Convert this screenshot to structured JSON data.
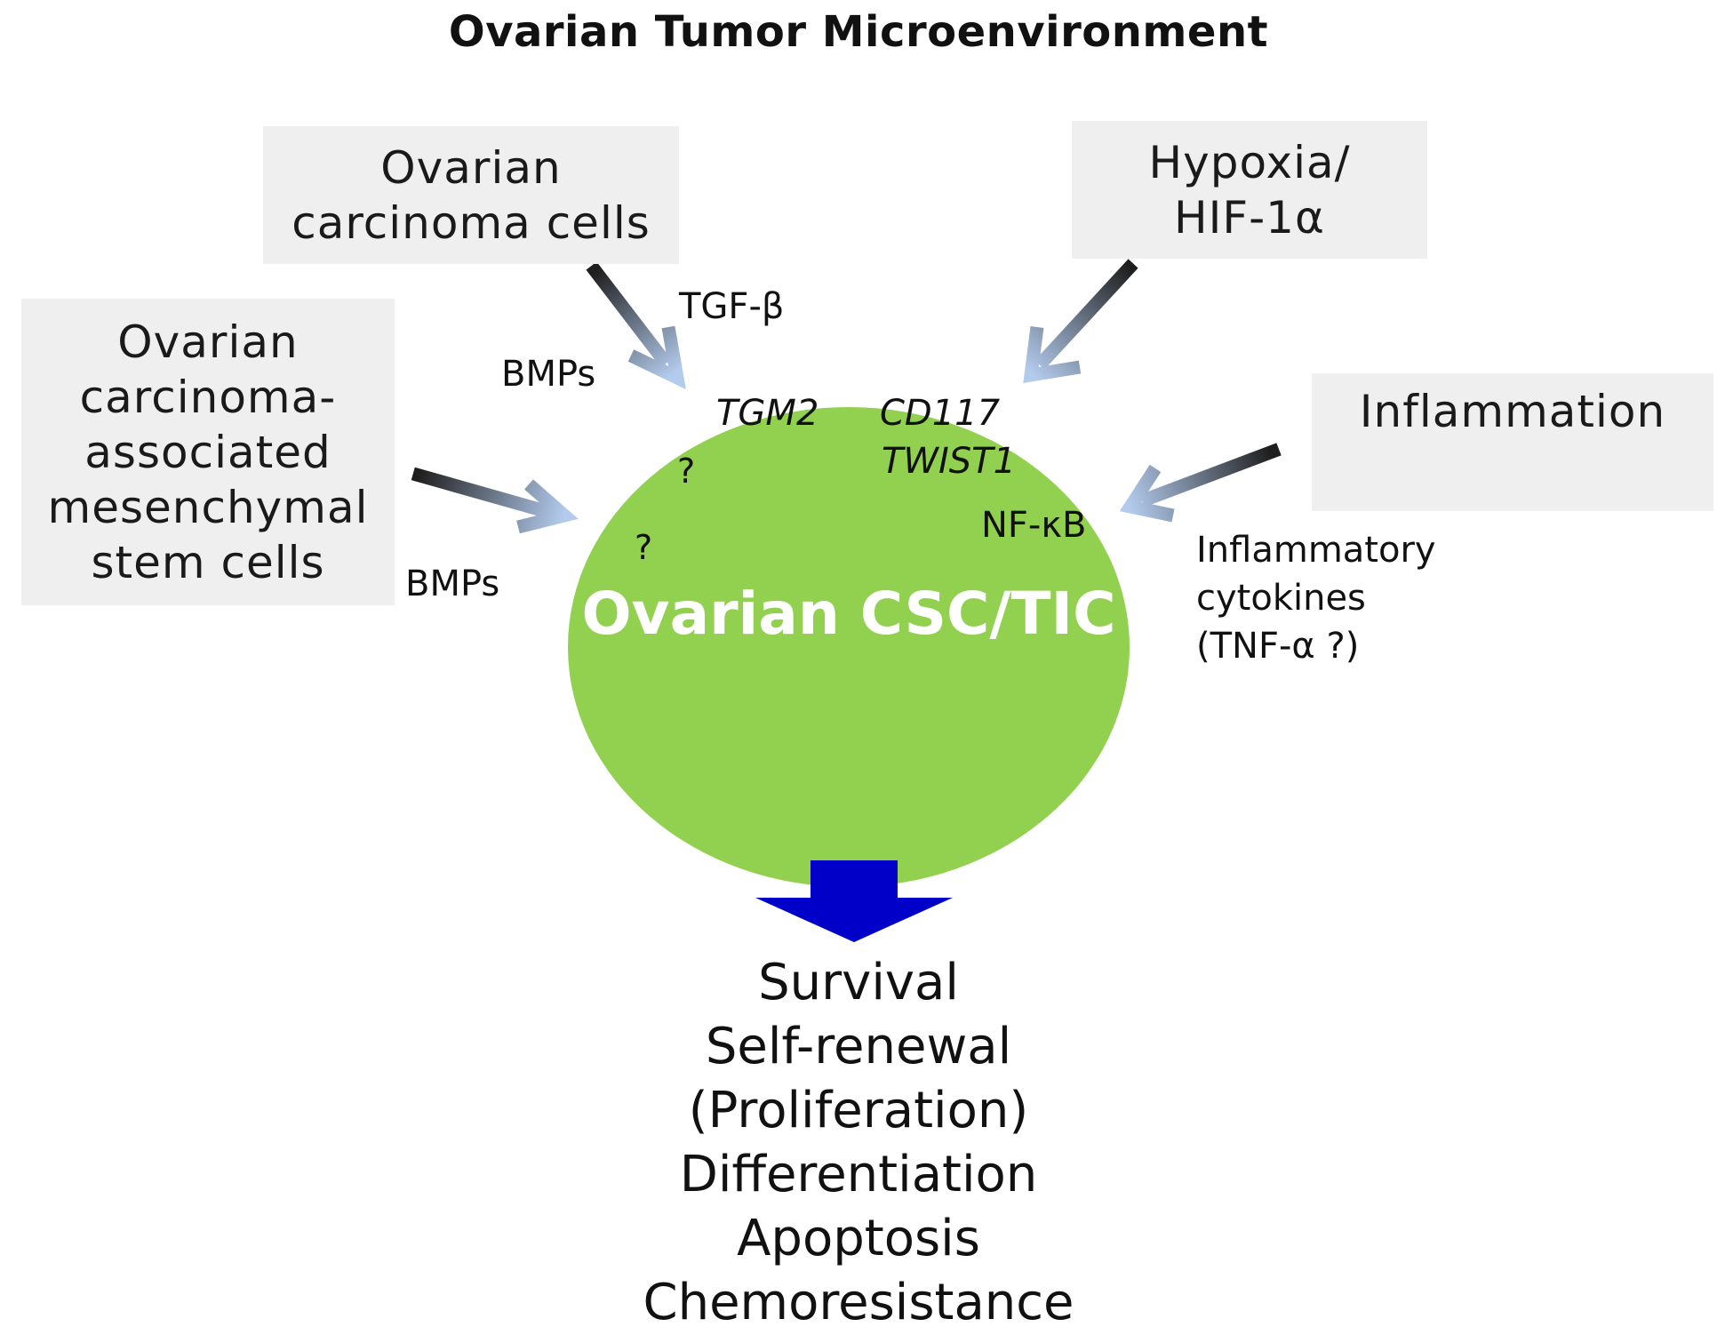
{
  "title": "Ovarian Tumor Microenvironment",
  "sources": {
    "carcinoma_cells": "Ovarian\ncarcinoma cells",
    "mesenchymal": "Ovarian\ncarcinoma-\nassociated\nmesenchymal\nstem cells",
    "hypoxia": "Hypoxia/\nHIF-1α",
    "inflammation": "Inflammation"
  },
  "signals": {
    "tgf_beta": "TGF-β",
    "bmps_top": "BMPs",
    "bmps_left": "BMPs",
    "inflammatory_cytokines": "Inflammatory\ncytokines\n(TNF-α ?)"
  },
  "cell": {
    "label": "Ovarian CSC/TIC",
    "color": "#92d050",
    "genes": {
      "tgm2": "TGM2",
      "cd117": "CD117",
      "twist1": "TWIST1"
    },
    "nfkb": "NF-κB",
    "unknown_1": "?",
    "unknown_2": "?"
  },
  "outcomes": [
    "Survival",
    "Self-renewal",
    "(Proliferation)",
    "Differentiation",
    "Apoptosis",
    "Chemoresistance"
  ],
  "colors": {
    "box_fill": "#efefef",
    "arrow_dark": "#202020",
    "arrow_light": "#a9c3e8",
    "down_arrow": "#0000c8"
  }
}
